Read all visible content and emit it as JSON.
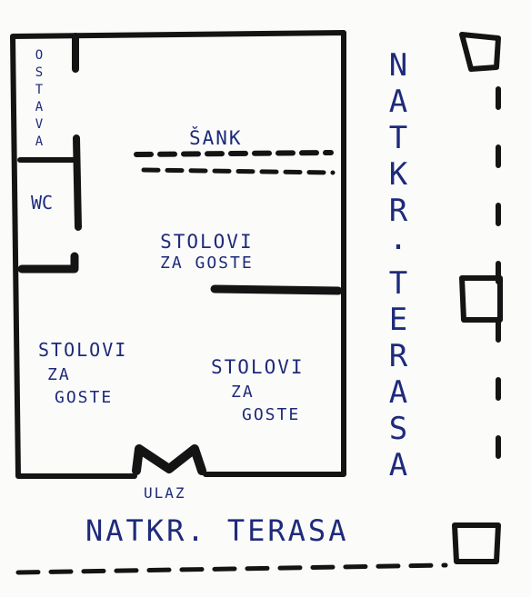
{
  "plan": {
    "ostava": "OSTAVA",
    "wc": "WC",
    "bar": "ŠANK",
    "room_upper": {
      "line1": "STOLOVI",
      "line2": "ZA GOSTE"
    },
    "room_left": {
      "line1": "STOLOVI",
      "line2": "ZA",
      "line3": "GOSTE"
    },
    "room_right": {
      "line1": "STOLOVI",
      "line2": "ZA",
      "line3": "GOSTE"
    },
    "entrance": "ULAZ",
    "terrace_bottom": "NATKR. TERASA",
    "terrace_side": [
      "N",
      "A",
      "T",
      "K",
      "R",
      ".",
      "T",
      "E",
      "R",
      "A",
      "S",
      "A"
    ]
  },
  "colors": {
    "ink": "#141414",
    "pen_blue": "#1e2a7a",
    "paper": "#fbfbfa"
  }
}
